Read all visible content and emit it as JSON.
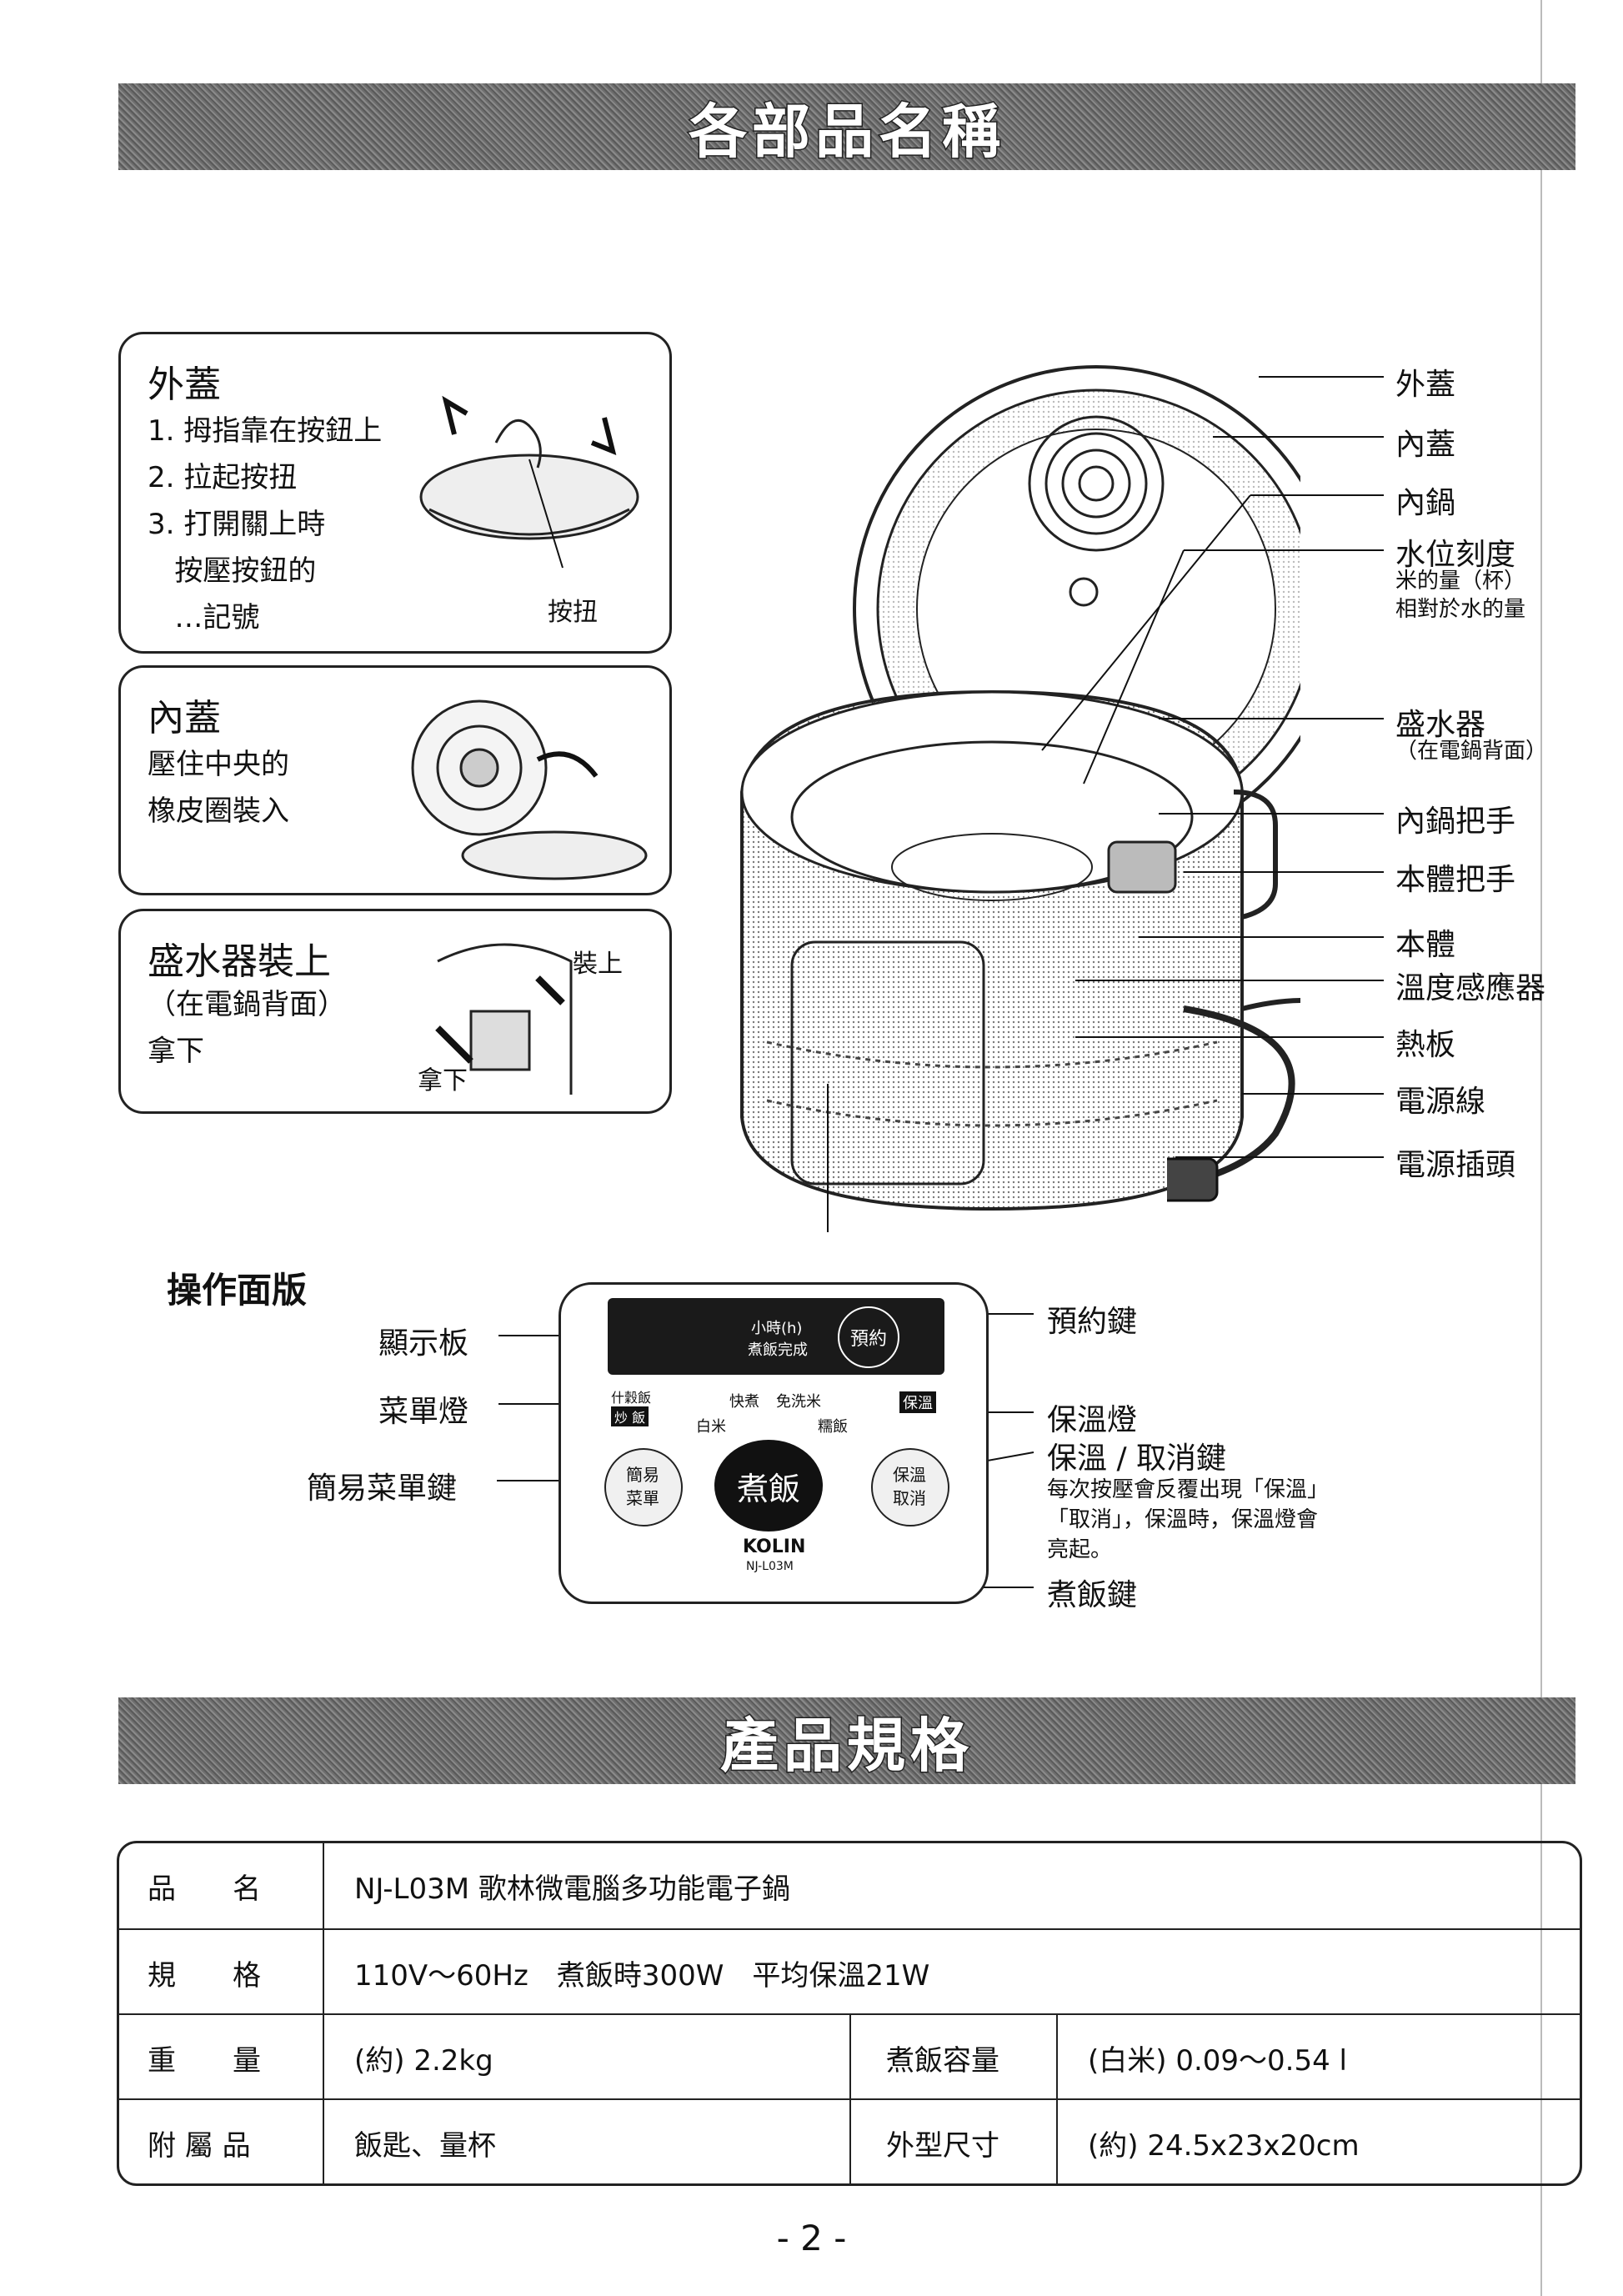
{
  "banner1": {
    "title": "各部品名稱"
  },
  "lid_box": {
    "title": "外蓋",
    "text": "1. 拇指靠在按鈕上\n2. 拉起按扭\n3. 打開關上時\n   按壓按鈕的\n   …記號",
    "callout": "按扭"
  },
  "inner_lid_box": {
    "title": "內蓋",
    "text": "壓住中央的\n橡皮圈裝入"
  },
  "water_box": {
    "title": "盛水器裝上",
    "text": "（在電鍋背面）\n拿下",
    "up": "裝上",
    "down": "拿下"
  },
  "parts": {
    "outer_lid": "外蓋",
    "inner_lid": "內蓋",
    "inner_pot": "內鍋",
    "water_scale": "水位刻度",
    "water_scale_sub1": "米的量（杯）",
    "water_scale_sub2": "相對於水的量",
    "water_collector": "盛水器",
    "water_collector_sub": "（在電鍋背面）",
    "inner_handle": "內鍋把手",
    "body_handle": "本體把手",
    "body": "本體",
    "temp_sensor": "溫度感應器",
    "heater": "熱板",
    "cord": "電源線",
    "plug": "電源插頭"
  },
  "panel": {
    "heading": "操作面版",
    "display_label": "顯示板",
    "menu_lamp_label": "菜單燈",
    "menu_key_label": "簡易菜單鍵",
    "timer_key_label": "預約鍵",
    "warm_lamp_label": "保溫燈",
    "warm_cancel_label": "保溫 / 取消鍵",
    "warm_cancel_desc1": "每次按壓會反覆出現「保溫」",
    "warm_cancel_desc2": "「取消」，保溫時，保溫燈會",
    "warm_cancel_desc3": "亮起。",
    "cook_key_label": "煮飯鍵",
    "disp_text1": "小時(h)",
    "disp_text2": "煮飯完成",
    "timer_btn": "預約",
    "menu1": "什穀飯",
    "menu2": "炒 飯",
    "warm_disp": "保溫",
    "quick": "快煮",
    "nowash": "免洗米",
    "white": "白米",
    "stick": "糯飯",
    "menu_btn1": "簡易",
    "menu_btn2": "菜單",
    "cook_btn": "煮飯",
    "warm_btn1": "保溫",
    "warm_btn2": "取消",
    "brand": "KOLIN",
    "model": "NJ-L03M"
  },
  "banner2": {
    "title": "產品規格"
  },
  "spec": {
    "r1": {
      "k": "品　　名",
      "v": "NJ-L03M 歌林微電腦多功能電子鍋"
    },
    "r2": {
      "k": "規　　格",
      "v": "110V～60Hz　煮飯時300W　平均保溫21W"
    },
    "r3": {
      "k": "重　　量",
      "v": "(約) 2.2kg",
      "k2": "煮飯容量",
      "v2": "(白米) 0.09～0.54 l"
    },
    "r4": {
      "k": "附 屬 品",
      "v": "飯匙、量杯",
      "k2": "外型尺寸",
      "v2": "(約) 24.5x23x20cm"
    }
  },
  "page_number": "- 2 -"
}
